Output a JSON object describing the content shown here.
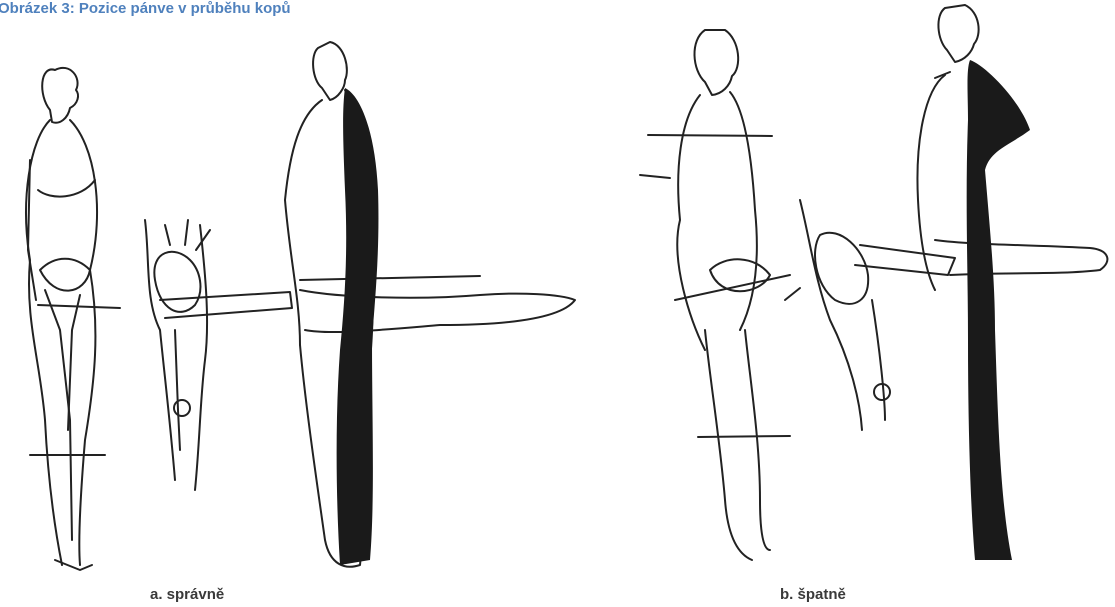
{
  "figure": {
    "caption": "Obrázek 3: Pozice pánve v průběhu kopů",
    "caption_color": "#4f81bd",
    "panels": [
      {
        "label": "a. správně"
      },
      {
        "label": "b. špatně"
      }
    ]
  }
}
